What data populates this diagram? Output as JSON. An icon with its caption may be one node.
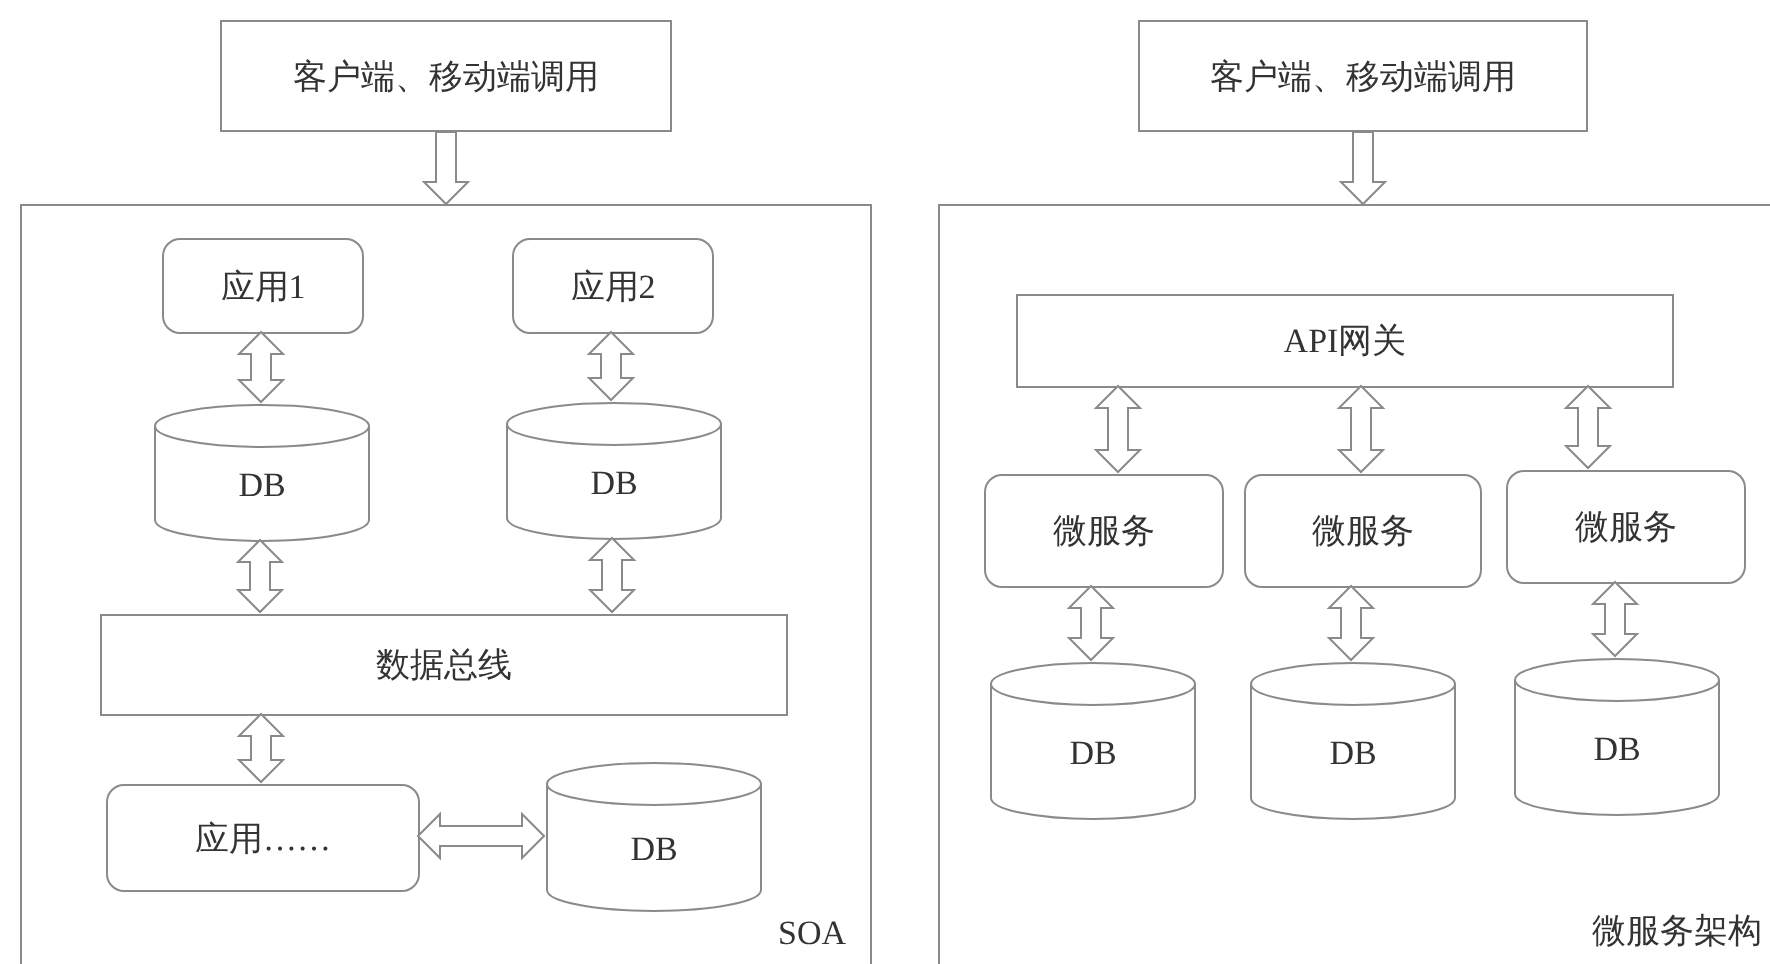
{
  "diagram": {
    "nodes": [
      {
        "text": [
          "客户端、移动端调用"
        ]
      },
      {
        "text": [
          "SOA"
        ]
      },
      {
        "text": [
          "应用1"
        ],
        "in": 1
      },
      {
        "text": [
          "应用2"
        ],
        "in": 1
      },
      {
        "text": [
          "DB"
        ],
        "in": 1
      },
      {
        "text": [
          "DB"
        ],
        "in": 1
      },
      {
        "text": [
          "数据总线"
        ],
        "in": 1
      },
      {
        "text": [
          "应用……"
        ],
        "in": 1
      },
      {
        "text": [
          "DB"
        ],
        "in": 1
      },
      {
        "text": [
          "客户端、移动端调用"
        ]
      },
      {
        "text": [
          "微服务架构"
        ]
      },
      {
        "text": [
          "API网关"
        ],
        "in": 10
      },
      {
        "text": [
          "微服务"
        ],
        "in": 10
      },
      {
        "text": [
          "微服务"
        ],
        "in": 10
      },
      {
        "text": [
          "微服务"
        ],
        "in": 10
      },
      {
        "text": [
          "DB"
        ],
        "in": 10
      },
      {
        "text": [
          "DB"
        ],
        "in": 10
      },
      {
        "text": [
          "DB"
        ],
        "in": 10
      }
    ],
    "edges": [
      {
        "from": 0,
        "to": 1,
        "arrow": "to"
      },
      {
        "from": 2,
        "to": 4,
        "arrow": "both"
      },
      {
        "from": 3,
        "to": 5,
        "arrow": "both"
      },
      {
        "from": 4,
        "to": 6,
        "arrow": "both"
      },
      {
        "from": 5,
        "to": 6,
        "arrow": "both"
      },
      {
        "from": 6,
        "to": 7,
        "arrow": "both"
      },
      {
        "from": 7,
        "to": 8,
        "arrow": "both"
      },
      {
        "from": 9,
        "to": 10,
        "arrow": "to"
      },
      {
        "from": 11,
        "to": 12,
        "arrow": "both"
      },
      {
        "from": 11,
        "to": 13,
        "arrow": "both"
      },
      {
        "from": 11,
        "to": 14,
        "arrow": "both"
      },
      {
        "from": 12,
        "to": 15,
        "arrow": "both"
      },
      {
        "from": 13,
        "to": 16,
        "arrow": "both"
      },
      {
        "from": 14,
        "to": 17,
        "arrow": "both"
      }
    ]
  }
}
